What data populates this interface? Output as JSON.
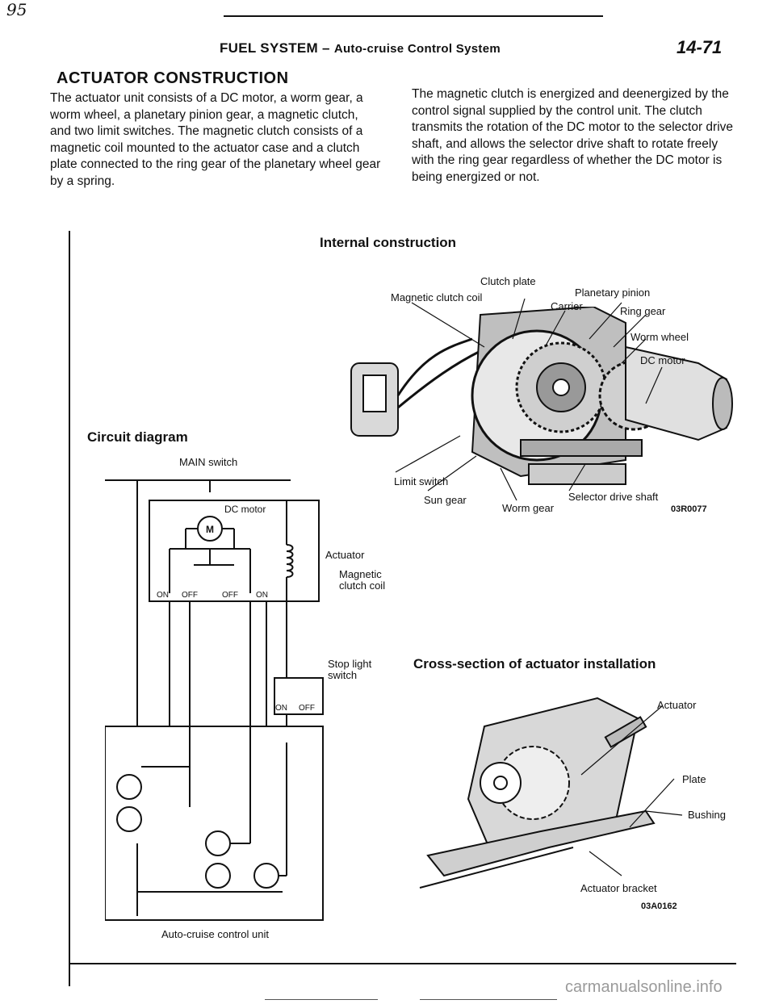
{
  "header": {
    "handwritten_mark": "95",
    "title_main": "FUEL SYSTEM – ",
    "title_sub": "Auto-cruise Control System",
    "page_number": "14-71"
  },
  "section_title": "ACTUATOR CONSTRUCTION",
  "paragraph_left": "The actuator unit consists of a DC motor, a worm gear, a worm wheel, a planetary pinion gear, a magnetic clutch, and two limit switches. The magnetic clutch consists of a magnetic coil mounted to the actuator case and a clutch plate connected to the ring gear of the planetary wheel gear by a spring.",
  "paragraph_right": "The magnetic clutch is energized and deenergized by the control signal supplied by the control unit. The clutch transmits the rotation of the DC motor to the selector drive shaft, and allows the selector drive shaft to rotate freely with the ring gear regardless of whether the DC motor is being energized or not.",
  "internal": {
    "caption": "Internal construction",
    "labels": {
      "clutch_plate": "Clutch plate",
      "magnetic_clutch_coil": "Magnetic clutch coil",
      "planetary_pinion": "Planetary pinion",
      "carrier": "Carrier",
      "ring_gear": "Ring gear",
      "worm_wheel": "Worm wheel",
      "dc_motor": "DC motor",
      "limit_switch": "Limit switch",
      "sun_gear": "Sun gear",
      "selector_drive_shaft": "Selector drive shaft",
      "worm_gear": "Worm gear",
      "code": "03R0077"
    }
  },
  "circuit": {
    "caption": "Circuit diagram",
    "labels": {
      "main_switch": "MAIN switch",
      "dc_motor": "DC motor",
      "motor_symbol": "M",
      "on_left": "ON",
      "off_left": "OFF",
      "off_right": "OFF",
      "on_right": "ON",
      "actuator": "Actuator",
      "magnetic_clutch_coil": "Magnetic\nclutch coil",
      "stop_light_switch": "Stop light\nswitch",
      "sl_on": "ON",
      "sl_off": "OFF",
      "control_unit": "Auto-cruise control unit"
    }
  },
  "cross_section": {
    "caption": "Cross-section of actuator installation",
    "labels": {
      "actuator": "Actuator",
      "plate": "Plate",
      "bushing": "Bushing",
      "actuator_bracket": "Actuator bracket",
      "code": "03A0162"
    }
  },
  "watermark": "carmanualsonline.info"
}
